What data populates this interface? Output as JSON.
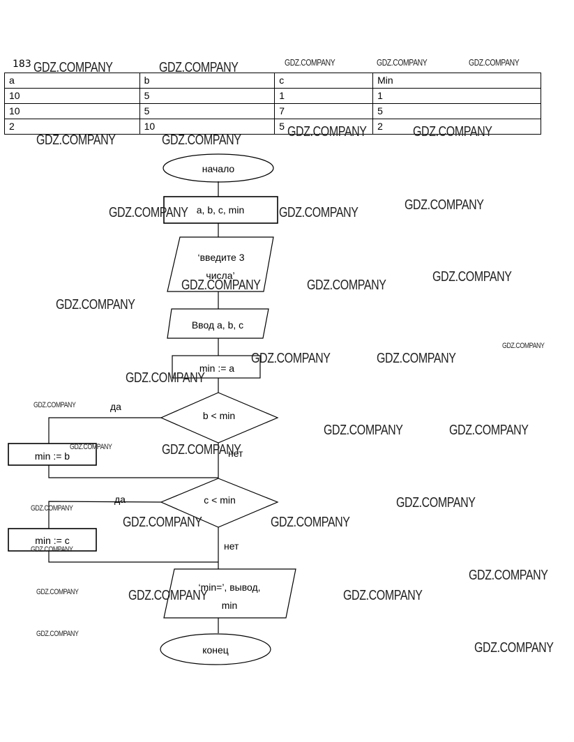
{
  "task_number": "183",
  "table": {
    "headers": [
      "a",
      "b",
      "c",
      "Min"
    ],
    "rows": [
      [
        "10",
        "5",
        "1",
        "1"
      ],
      [
        "10",
        "5",
        "7",
        "5"
      ],
      [
        "2",
        "10",
        "5",
        "2"
      ]
    ]
  },
  "flowchart": {
    "start": "начало",
    "declare": "a, b, c, min",
    "prompt_line1": "‘введите 3",
    "prompt_line2": "числа’",
    "input": "Ввод a, b, c",
    "assign_min_a": "min := a",
    "cond1": "b < min",
    "cond1_yes": "да",
    "cond1_no": "нет",
    "assign_min_b": "min := b",
    "cond2": "c < min",
    "cond2_yes": "да",
    "cond2_no": "нет",
    "assign_min_c": "min := c",
    "output_line1": "‘min=’, вывод,",
    "output_line2": "min",
    "end": "конец"
  },
  "watermark": "GDZ.COMPANY"
}
